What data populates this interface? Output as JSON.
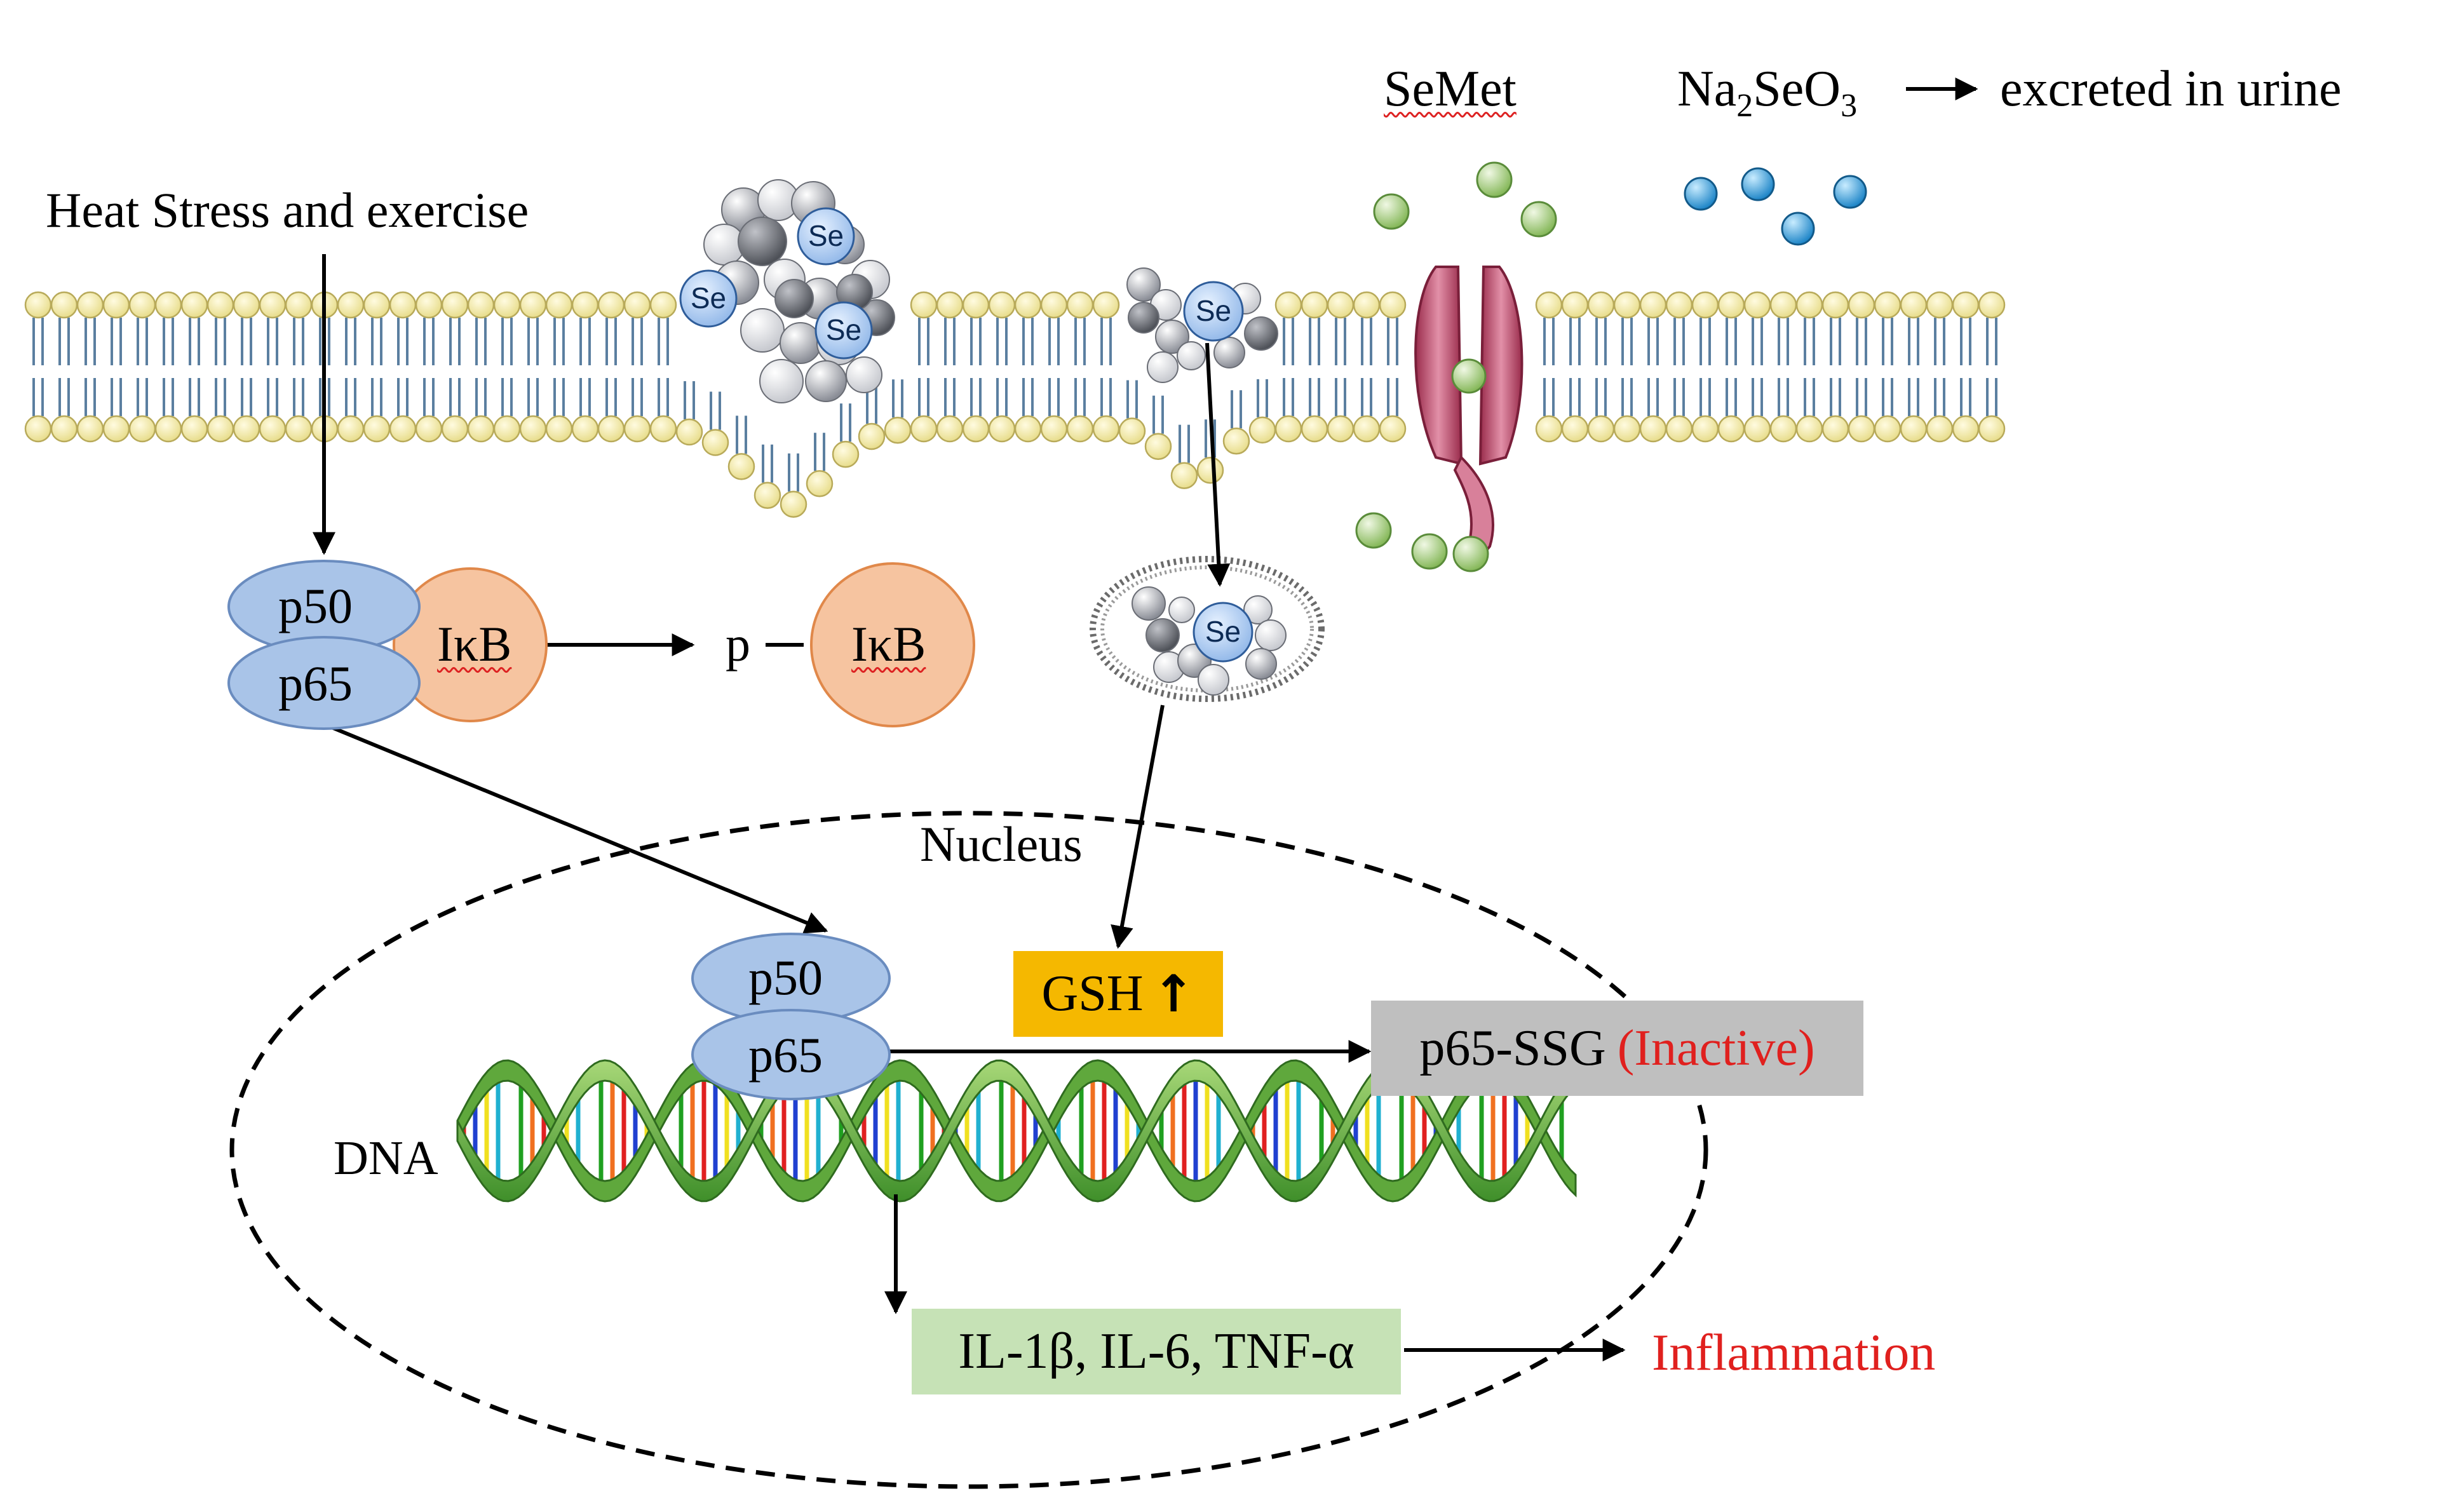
{
  "membrane_labels": {
    "stimulus": "Heat Stress and exercise",
    "semet": "SeMet",
    "na2seo3_main": "Na",
    "na2seo3_sub1": "2",
    "na2seo3_mid": "SeO",
    "na2seo3_sub2": "3",
    "excreted": "excreted in urine",
    "se": "Se"
  },
  "cytoplasm": {
    "p50": "p50",
    "p65": "p65",
    "ikb": "IκB",
    "p": "p"
  },
  "nucleus": {
    "label": "Nucleus",
    "p50": "p50",
    "p65": "p65",
    "gsh": "GSH",
    "gsh_arrow": "↑",
    "p65ssg": "p65-SSG",
    "inactive": "(Inactive)",
    "dna": "DNA",
    "cytokines": "IL-1β, IL-6, TNF-α",
    "inflammation": "Inflammation"
  },
  "colors": {
    "lipid_head": "#f6f0b4",
    "lipid_tail": "#5b7fa0",
    "complex_blue": "#a9c4e8",
    "ikb_orange": "#f6c4a0",
    "gsh_box": "#f5b800",
    "inactive_box": "#bfbfbf",
    "cytokine_box": "#c6e2b6",
    "red_text": "#e0201e",
    "green_ball": "#b6d88e",
    "blue_ball": "#4aa8e0",
    "channel": "#c0506e"
  }
}
